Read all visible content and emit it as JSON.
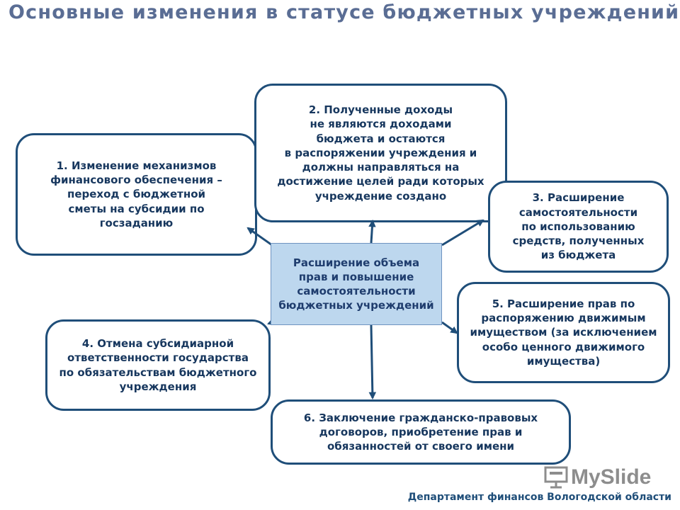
{
  "header": {
    "title": "Основные изменения в статусе бюджетных учреждений"
  },
  "center": {
    "text": "Расширение объема\nправ и повышение\nсамостоятельности\nбюджетных учреждений"
  },
  "boxes": [
    {
      "text": "1. Изменение механизмов\nфинансового обеспечения –\nпереход с бюджетной\nсметы на субсидии по\nгосзаданию"
    },
    {
      "text": "2. Полученные доходы\nне являются доходами\nбюджета и остаются\nв распоряжении учреждения и\nдолжны направляться на\nдостижение целей ради которых\nучреждение создано"
    },
    {
      "text": "3. Расширение\nсамостоятельности\nпо использованию\nсредств, полученных\nиз бюджета"
    },
    {
      "text": "4. Отмена субсидиарной\nответственности государства\nпо обязательствам бюджетного\nучреждения"
    },
    {
      "text": "5. Расширение прав по\nраспоряжению движимым\nимуществом (за исключением\nособо ценного движимого\nимущества)"
    },
    {
      "text": "6. Заключение гражданско-правовых\nдоговоров, приобретение прав и\nобязанностей от своего имени"
    }
  ],
  "colors": {
    "border": "#1f4e79",
    "center_fill": "#bdd7ee",
    "title": "#5a6d94"
  },
  "watermark": {
    "text": "MySlide"
  },
  "footer": {
    "text": "Департамент финансов Вологодской области"
  }
}
